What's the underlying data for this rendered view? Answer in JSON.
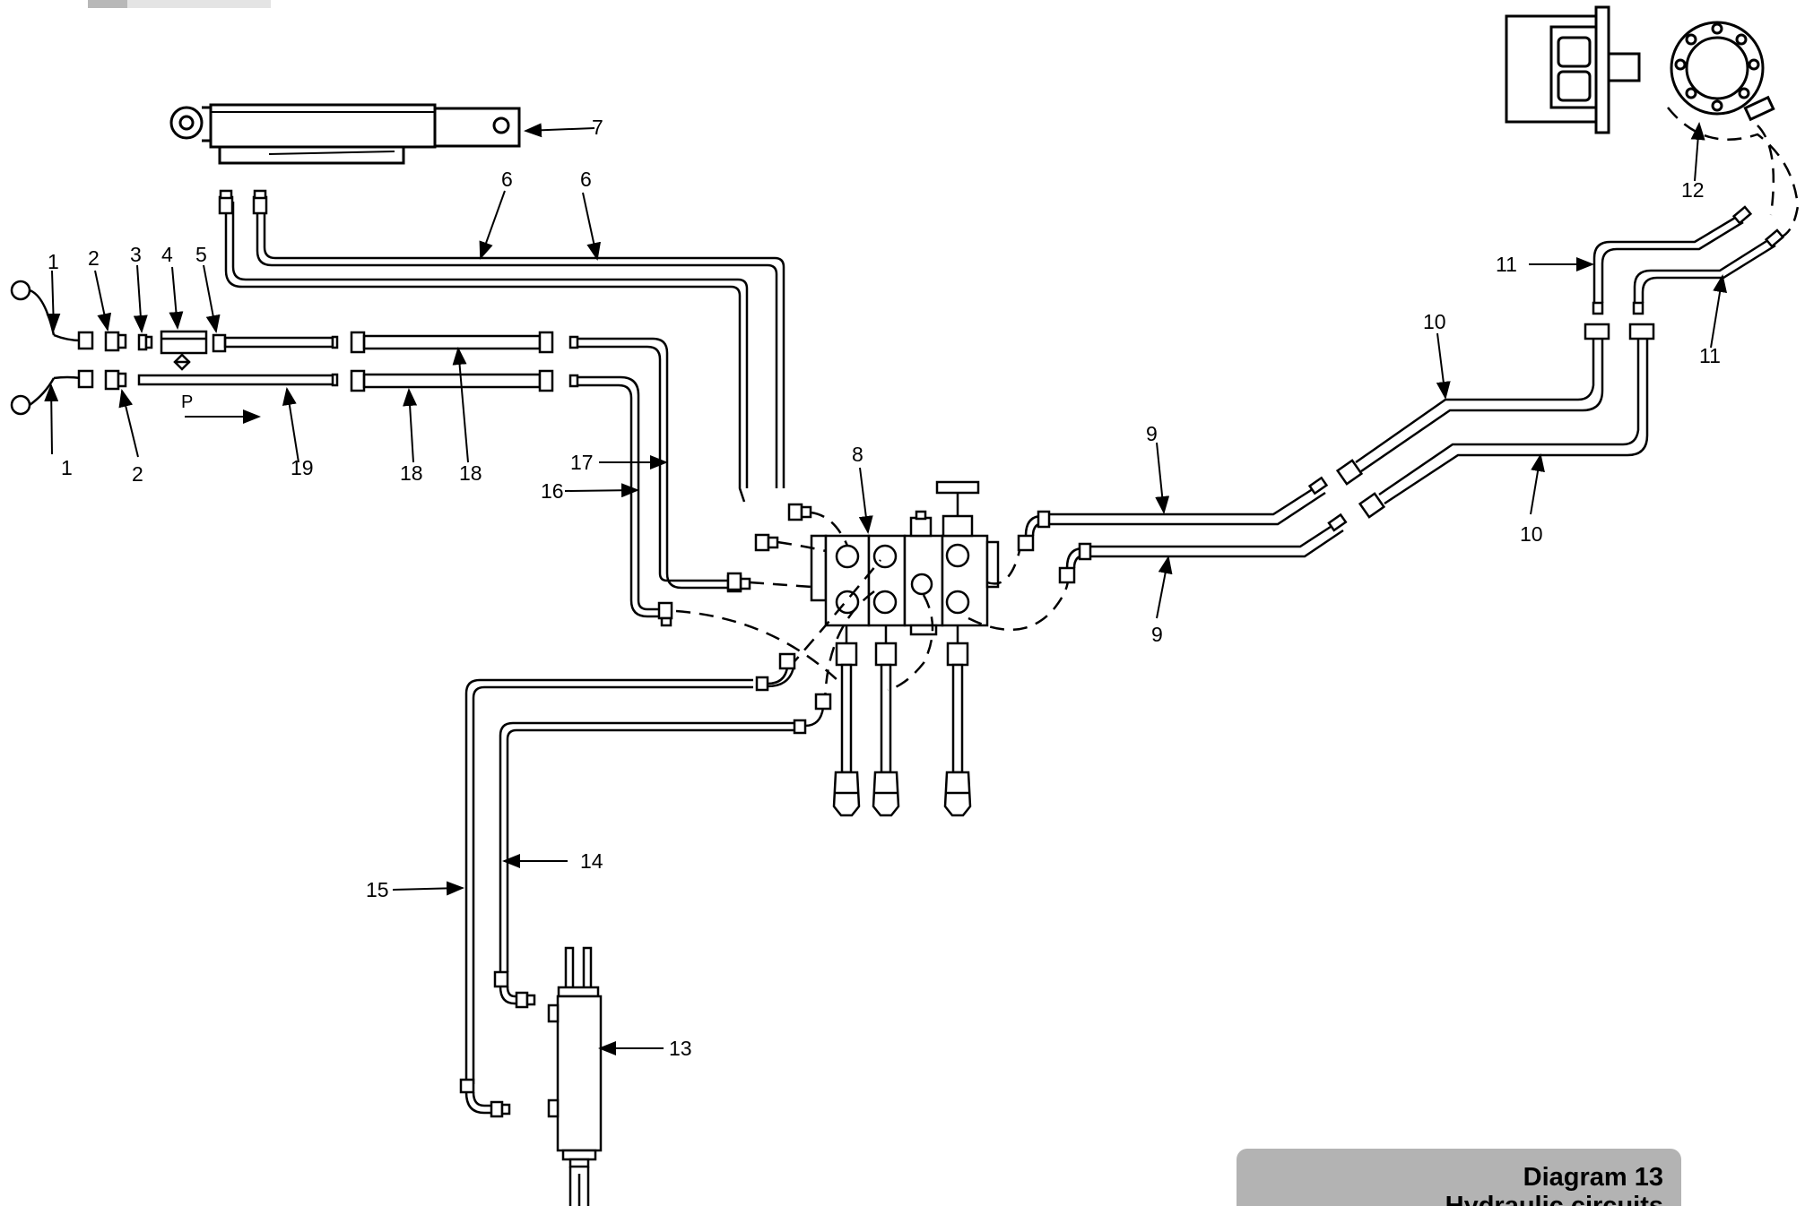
{
  "diagram": {
    "callouts": {
      "c1a": "1",
      "c1b": "1",
      "c2a": "2",
      "c2b": "2",
      "c3": "3",
      "c4": "4",
      "c5": "5",
      "c6a": "6",
      "c6b": "6",
      "c7": "7",
      "c8": "8",
      "c9a": "9",
      "c9b": "9",
      "c10a": "10",
      "c10b": "10",
      "c11a": "11",
      "c11b": "11",
      "c12": "12",
      "c13": "13",
      "c14": "14",
      "c15": "15",
      "c16": "16",
      "c17": "17",
      "c18a": "18",
      "c18b": "18",
      "c19": "19"
    },
    "flow_label": "P"
  },
  "caption": {
    "title": "Diagram 13",
    "subtitle": "Hydraulic circuits"
  }
}
